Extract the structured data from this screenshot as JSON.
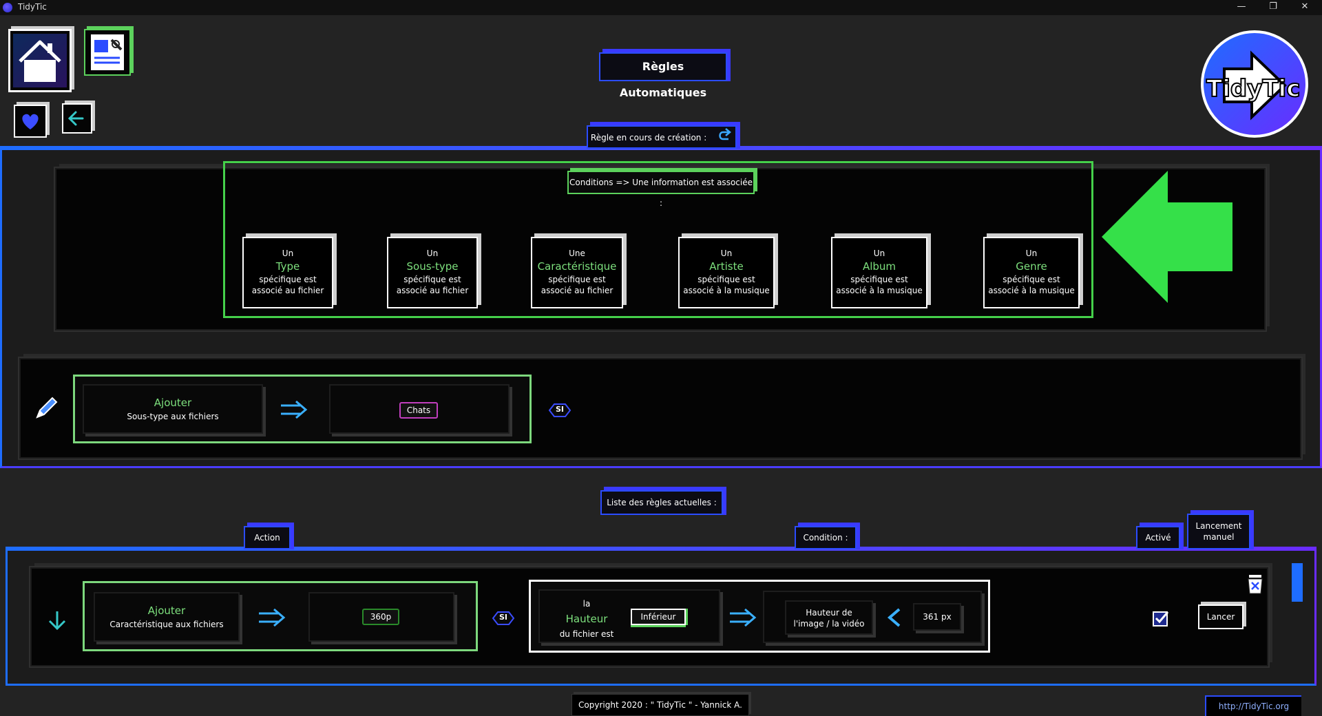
{
  "window": {
    "title": "TidyTic",
    "minimize": "—",
    "restore": "❐",
    "close": "✕"
  },
  "nav": {
    "home_icon": "home-icon",
    "rules_icon": "rules-icon",
    "favorite_icon": "heart-icon",
    "back_icon": "back-arrow-icon"
  },
  "logo": {
    "text": "TidyTic"
  },
  "header": {
    "title": "Règles Automatiques"
  },
  "creation": {
    "label": "Règle en cours de création :",
    "undo_icon": "undo-icon",
    "conditions_label": "Conditions => Une information est associée :",
    "conditions": [
      {
        "prefix": "Un",
        "name": "Type",
        "line1": "spécifique est",
        "line2": "associé au fichier"
      },
      {
        "prefix": "Un",
        "name": "Sous-type",
        "line1": "spécifique est",
        "line2": "associé au fichier"
      },
      {
        "prefix": "Une",
        "name": "Caractéristique",
        "line1": "spécifique est",
        "line2": "associé au fichier"
      },
      {
        "prefix": "Un",
        "name": "Artiste",
        "line1": "spécifique est",
        "line2": "associé à la musique"
      },
      {
        "prefix": "Un",
        "name": "Album",
        "line1": "spécifique est",
        "line2": "associé à la musique"
      },
      {
        "prefix": "Un",
        "name": "Genre",
        "line1": "spécifique est",
        "line2": "associé à la musique"
      }
    ],
    "action_verb": "Ajouter",
    "action_target": "Sous-type aux fichiers",
    "action_value": "Chats",
    "si_label": "SI"
  },
  "list": {
    "title": "Liste des règles actuelles :",
    "col_action": "Action",
    "col_condition": "Condition :",
    "col_active": "Activé",
    "col_launch_1": "Lancement",
    "col_launch_2": "manuel",
    "rule": {
      "action_verb": "Ajouter",
      "action_target": "Caractéristique aux fichiers",
      "action_value": "360p",
      "si_label": "SI",
      "cond_prefix": "la",
      "cond_name": "Hauteur",
      "cond_suffix": "du fichier est",
      "cond_operator": "Inférieur",
      "cond_field_1": "Hauteur de",
      "cond_field_2": "l'image / la vidéo",
      "cond_value": "361 px",
      "launch_label": "Lancer"
    }
  },
  "footer": {
    "copyright": "Copyright 2020 : \" TidyTic \" - Yannick A.",
    "site": "http://TidyTic.org"
  }
}
